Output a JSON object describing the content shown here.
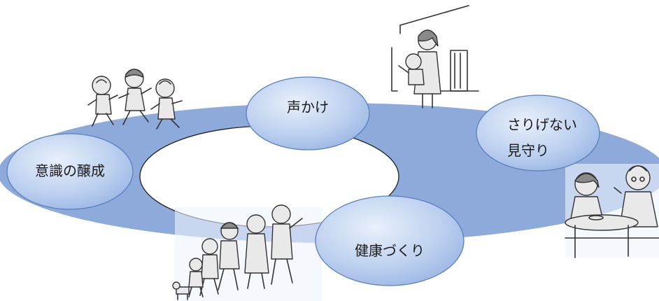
{
  "diagram": {
    "nodes": {
      "koekake": "声かけ",
      "sarigenai_line1": "さりげない",
      "sarigenai_line2": "見守り",
      "ishiki": "意識の醸成",
      "kenko": "健康づくり"
    },
    "illustrations": [
      "children-running-icon",
      "mother-holding-child-icon",
      "elderly-tea-conversation-icon",
      "family-group-walking-icon"
    ],
    "colors": {
      "ring": "#8eaadb",
      "node_light": "#e8f0fb",
      "node_mid": "#bcd0ef",
      "node_dark": "#96b3e3",
      "node_stroke": "#5a7fbf"
    }
  }
}
